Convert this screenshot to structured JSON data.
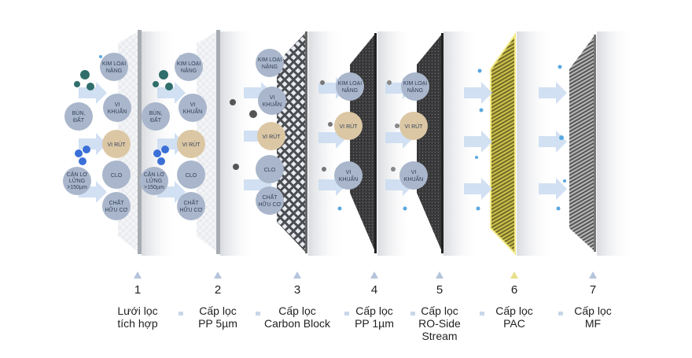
{
  "stages": [
    {
      "number": "1",
      "label_line1": "Lưới lọc",
      "label_line2": "tích hợp",
      "label_line3": ""
    },
    {
      "number": "2",
      "label_line1": "Cấp lọc",
      "label_line2": "PP 5µm",
      "label_line3": ""
    },
    {
      "number": "3",
      "label_line1": "Cấp lọc",
      "label_line2": "Carbon Block",
      "label_line3": ""
    },
    {
      "number": "4",
      "label_line1": "Cấp lọc",
      "label_line2": "PP 1µm",
      "label_line3": ""
    },
    {
      "number": "5",
      "label_line1": "Cấp lọc",
      "label_line2": "RO-Side",
      "label_line3": "Stream"
    },
    {
      "number": "6",
      "label_line1": "Cấp lọc",
      "label_line2": "PAC",
      "label_line3": ""
    },
    {
      "number": "7",
      "label_line1": "Cấp lọc",
      "label_line2": "MF",
      "label_line3": ""
    }
  ],
  "contaminants": {
    "kim_loai_1": "KIM LOẠI",
    "kim_loai_2": "NẶNG",
    "vi_khuan_1": "VI",
    "vi_khuan_2": "KHUẨN",
    "bun_dat_1": "BÙN,",
    "bun_dat_2": "ĐẤT",
    "vi_rut": "VI RÚT",
    "clo": "CLO",
    "can_1": "CẶN LƠ",
    "can_2": "LỬNG",
    "can_3": ">150µm",
    "chat_1": "CHẤT",
    "chat_2": "HỮU CƠ"
  },
  "colors": {
    "circle": "#a9b6cb",
    "virus_circle": "#dcc7a4",
    "arrow": "#c9daf0",
    "pac": "#c9b53a",
    "carbon": "#3a3a3a"
  }
}
